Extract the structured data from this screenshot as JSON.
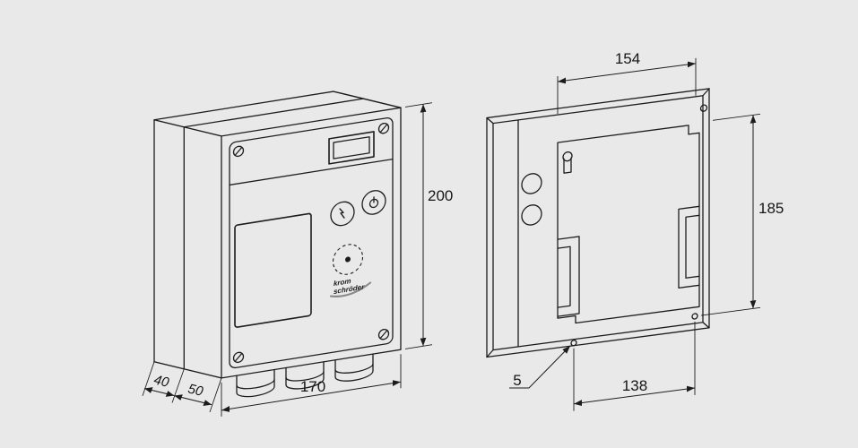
{
  "drawing_title": "enclosure-dimension-drawing",
  "left_view": {
    "height_mm": "200",
    "width_mm": "170",
    "depth_rear_mm": "40",
    "depth_front_mm": "50"
  },
  "right_view": {
    "width_mm": "154",
    "height_mm": "185",
    "hole_spacing_mm": "138",
    "hole_diameter_mm": "5"
  },
  "brand": {
    "line1": "krom",
    "line2": "schröder"
  },
  "colors": {
    "background": "#e9e9e9",
    "line": "#1c1c1c",
    "swoosh": "#8a8a8a"
  }
}
